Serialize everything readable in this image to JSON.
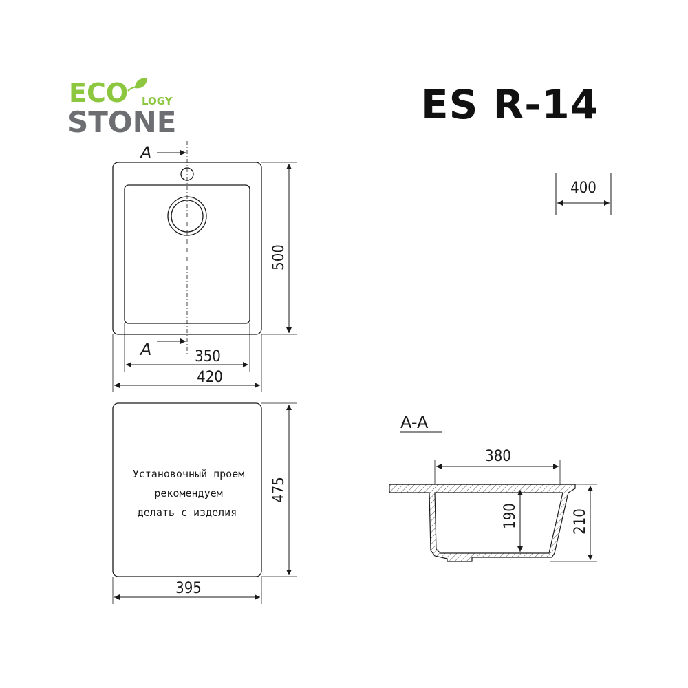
{
  "logo": {
    "eco": "ECO",
    "logy": "LOGY",
    "stone": "STONE",
    "eco_color": "#8dc63f",
    "stone_color": "#6d6e71"
  },
  "model": "ES R-14",
  "top_view": {
    "cut_label_top": "A",
    "cut_label_bottom": "A",
    "dim_height": "500",
    "dim_inner_width": "350",
    "dim_outer_width": "420"
  },
  "depth_dim": "400",
  "cutout": {
    "note_line1": "Установочный проем",
    "note_line2": "рекомендуем",
    "note_line3": "делать с изделия",
    "dim_height": "475",
    "dim_width": "395"
  },
  "section": {
    "label": "A-A",
    "dim_width": "380",
    "dim_inner_depth": "190",
    "dim_total_depth": "210"
  },
  "colors": {
    "line": "#1a1a1a",
    "hatch": "#555555"
  }
}
